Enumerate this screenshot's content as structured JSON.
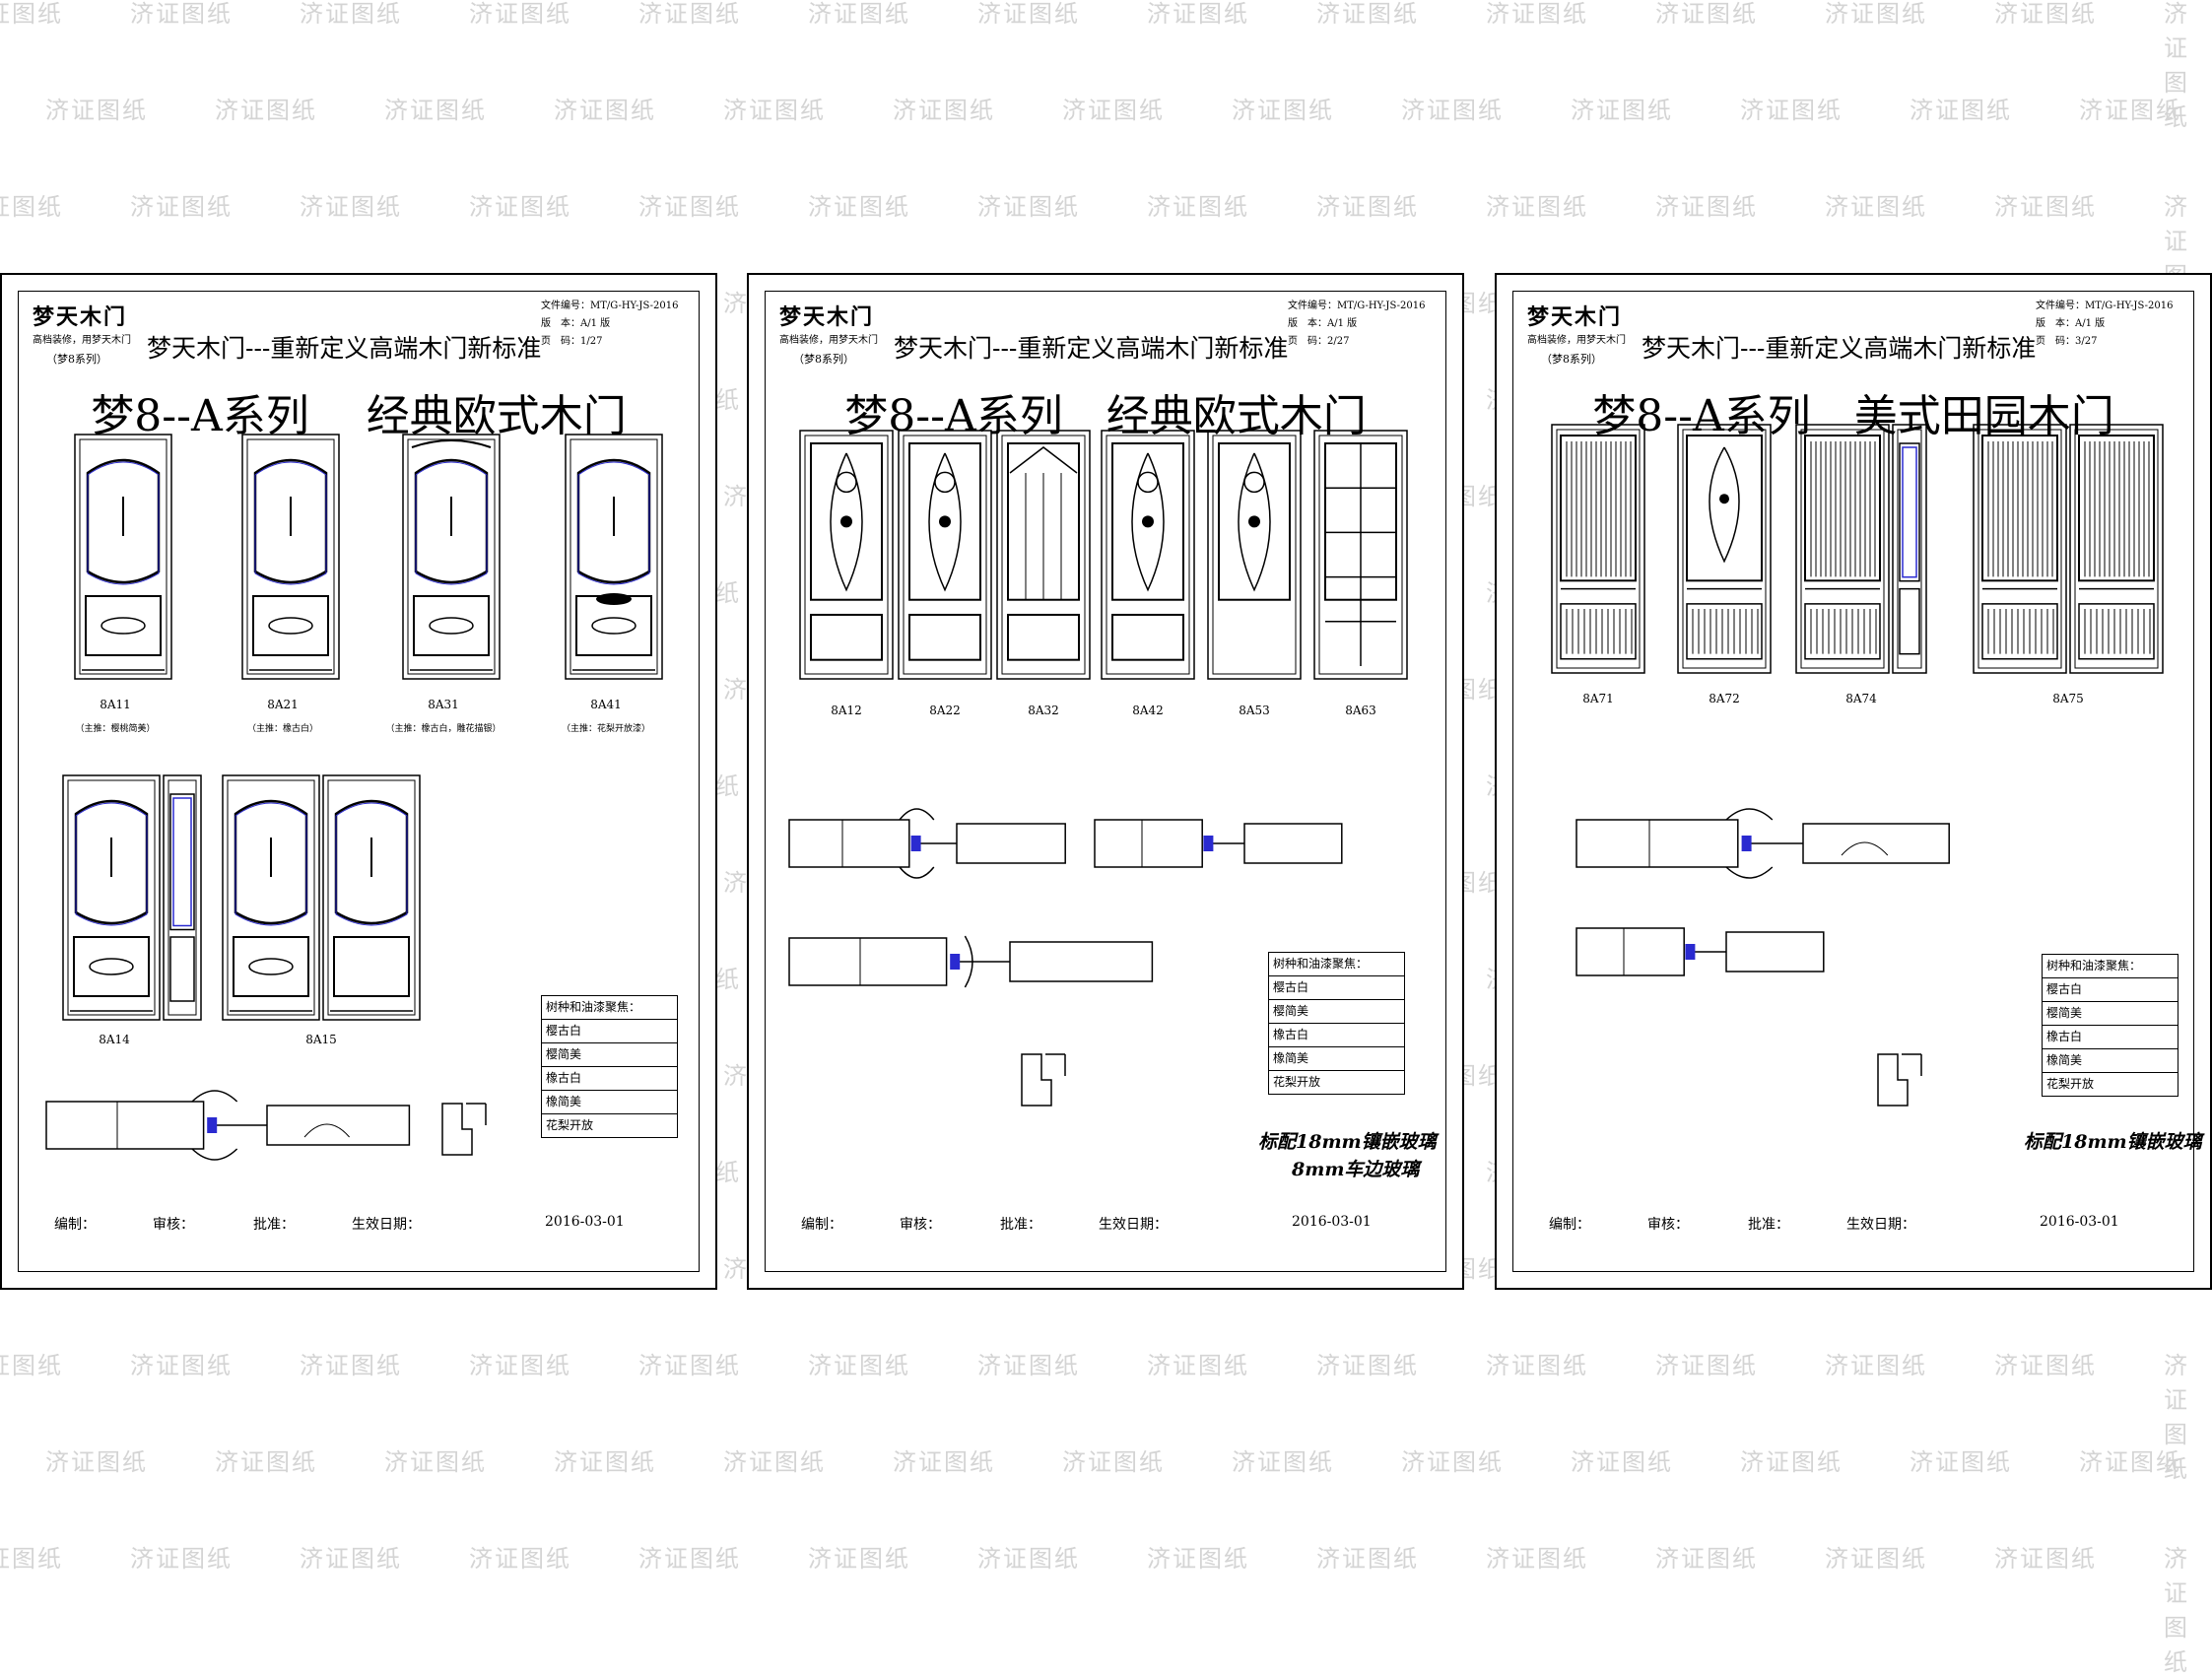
{
  "sheets": [
    {
      "brand": "梦天木门",
      "slogan": "高档装修，用梦天木门",
      "series_tag": "（梦8系列）",
      "standard": "梦天木门---重新定义高端木门新标准",
      "file_no": "文件编号：MT/G-HY-JS-2016",
      "version": "版　本：A/1 版",
      "page": "页　码：1/27",
      "title": "梦8--A系列　 经典欧式木门",
      "doors": [
        {
          "code": "8A11",
          "note": "（主推：樱桃简美）"
        },
        {
          "code": "8A21",
          "note": "（主推：橡古白）"
        },
        {
          "code": "8A31",
          "note": "（主推：橡古白，雕花描银）"
        },
        {
          "code": "8A41",
          "note": "（主推：花梨开放漆）"
        },
        {
          "code": "8A14",
          "note": ""
        },
        {
          "code": "8A15",
          "note": ""
        }
      ],
      "legend": [
        "树种和油漆聚焦：",
        "樱古白",
        "樱简美",
        "橡古白",
        "橡简美",
        "花梨开放"
      ],
      "glass": [],
      "footer": {
        "editor": "编制：",
        "review": "审核：",
        "approve": "批准：",
        "effective": "生效日期：",
        "date": "2016-03-01"
      }
    },
    {
      "brand": "梦天木门",
      "slogan": "高档装修，用梦天木门",
      "series_tag": "（梦8系列）",
      "standard": "梦天木门---重新定义高端木门新标准",
      "file_no": "文件编号：MT/G-HY-JS-2016",
      "version": "版　本：A/1 版",
      "page": "页　码：2/27",
      "title": "梦8--A系列　经典欧式木门",
      "doors": [
        {
          "code": "8A12",
          "note": ""
        },
        {
          "code": "8A22",
          "note": ""
        },
        {
          "code": "8A32",
          "note": ""
        },
        {
          "code": "8A42",
          "note": ""
        },
        {
          "code": "8A53",
          "note": ""
        },
        {
          "code": "8A63",
          "note": ""
        }
      ],
      "legend": [
        "树种和油漆聚焦：",
        "樱古白",
        "樱简美",
        "橡古白",
        "橡简美",
        "花梨开放"
      ],
      "glass": [
        "标配18mm镶嵌玻璃",
        "8mm车边玻璃"
      ],
      "footer": {
        "editor": "编制：",
        "review": "审核：",
        "approve": "批准：",
        "effective": "生效日期：",
        "date": "2016-03-01"
      }
    },
    {
      "brand": "梦天木门",
      "slogan": "高档装修，用梦天木门",
      "series_tag": "（梦8系列）",
      "standard": "梦天木门---重新定义高端木门新标准",
      "file_no": "文件编号：MT/G-HY-JS-2016",
      "version": "版　本：A/1 版",
      "page": "页　码：3/27",
      "title": "梦8--A系列　美式田园木门",
      "doors": [
        {
          "code": "8A71",
          "note": ""
        },
        {
          "code": "8A72",
          "note": ""
        },
        {
          "code": "8A74",
          "note": ""
        },
        {
          "code": "8A75",
          "note": ""
        }
      ],
      "legend": [
        "树种和油漆聚焦：",
        "樱古白",
        "樱简美",
        "橡古白",
        "橡简美",
        "花梨开放"
      ],
      "glass": [
        "标配18mm镶嵌玻璃"
      ],
      "footer": {
        "editor": "编制：",
        "review": "审核：",
        "approve": "批准：",
        "effective": "生效日期：",
        "date": "2016-03-01"
      }
    }
  ],
  "watermark": "济证图纸",
  "colors": {
    "line": "#000000",
    "accent": "#2a2ad0",
    "watermark": "#d4d4d4"
  }
}
